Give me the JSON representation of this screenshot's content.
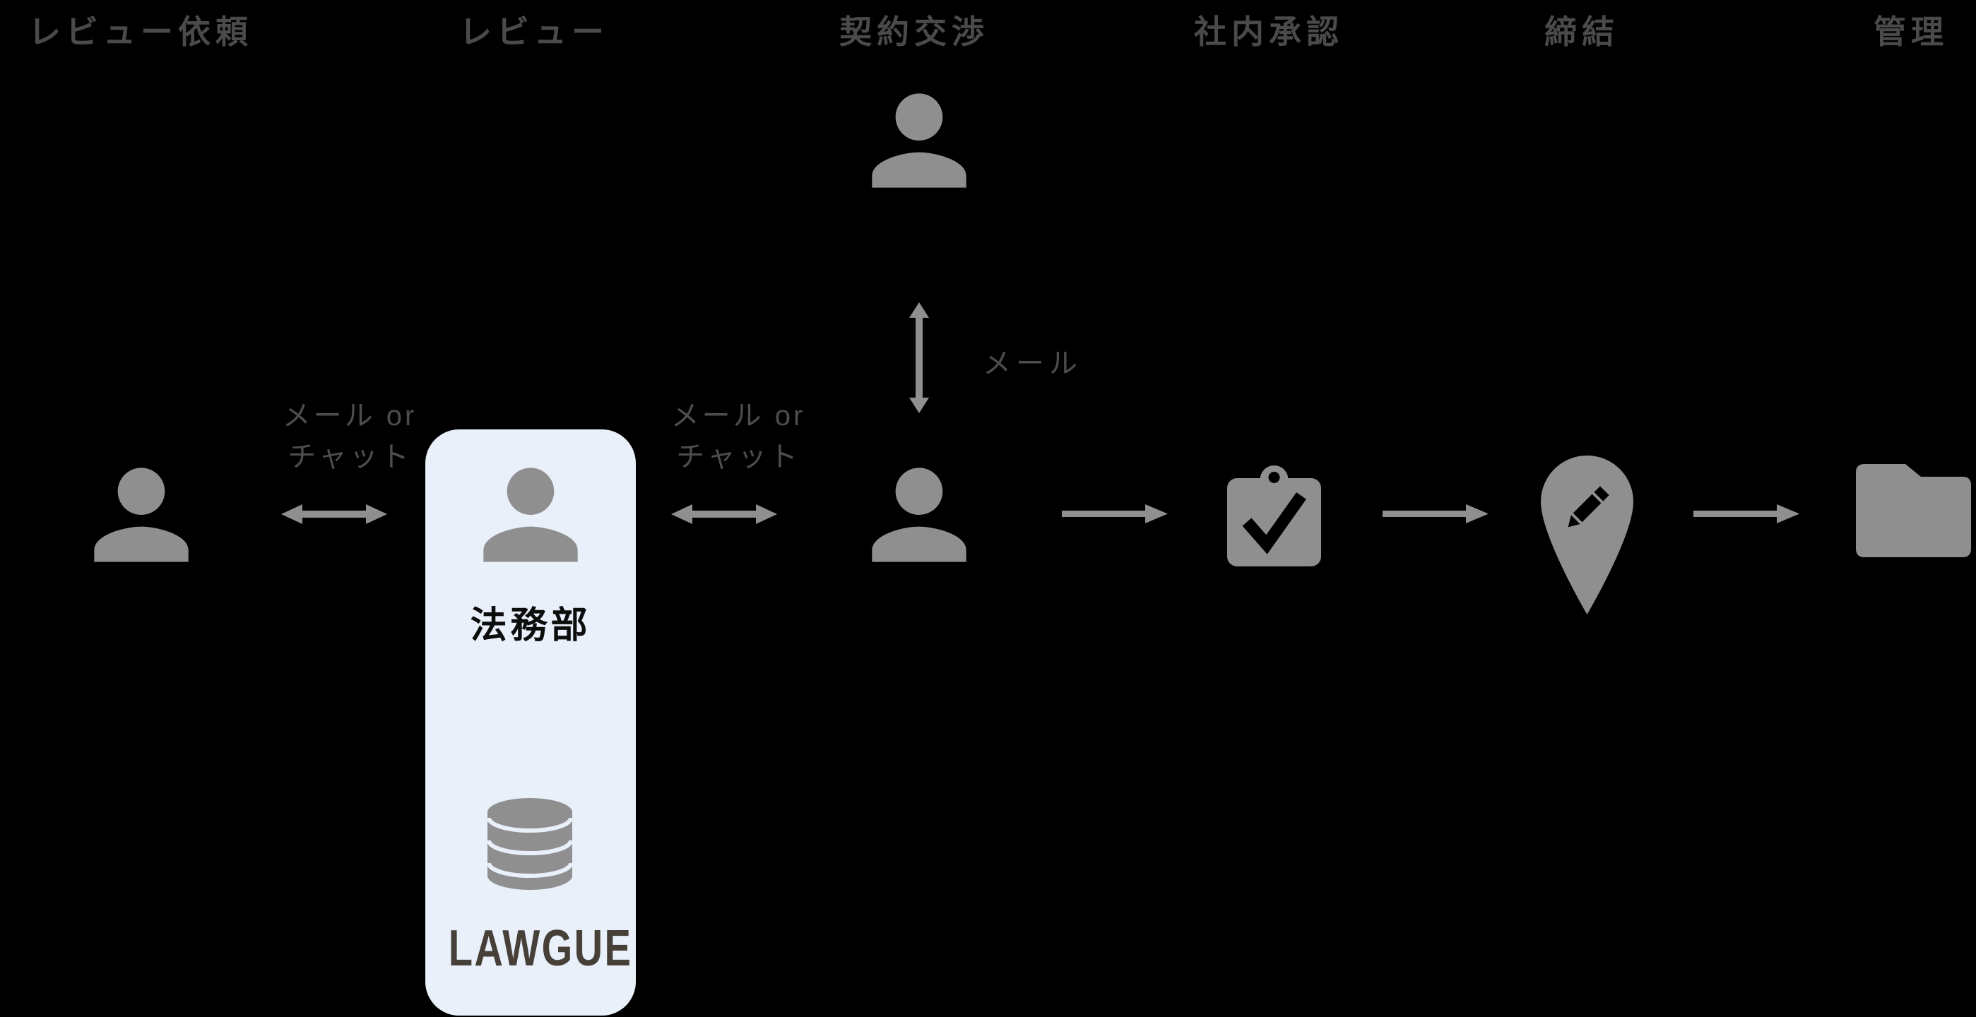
{
  "diagram_title": "contract-workflow-diagram",
  "colors": {
    "background": "#000000",
    "icon_gray": "#8f8f8f",
    "heading_gray": "#4a4a4a",
    "label_gray": "#4d4d4d",
    "box_fill": "#e9f0fa",
    "department_text": "#0d0d0d",
    "logo_text": "#474038",
    "check_and_pencil": "#000000"
  },
  "stages": [
    {
      "label": "レビュー依頼"
    },
    {
      "label": "レビュー"
    },
    {
      "label": "契約交渉"
    },
    {
      "label": "社内承認"
    },
    {
      "label": "締結"
    },
    {
      "label": "管理"
    }
  ],
  "connections": {
    "requester_legal": {
      "line1": "メール or",
      "line2": "チャット"
    },
    "legal_counterparty": {
      "line1": "メール or",
      "line2": "チャット"
    },
    "counterparty_vertical": {
      "label": "メール"
    }
  },
  "legal_box": {
    "department": "法務部",
    "product": "LAWGUE"
  },
  "icons": [
    {
      "name": "person-icon",
      "meaning": "requester"
    },
    {
      "name": "person-icon",
      "meaning": "legal-department-member"
    },
    {
      "name": "person-icon",
      "meaning": "counterparty-contact"
    },
    {
      "name": "person-icon",
      "meaning": "counterparty-remote"
    },
    {
      "name": "database-icon",
      "meaning": "document-repository"
    },
    {
      "name": "clipboard-check-icon",
      "meaning": "internal-approval"
    },
    {
      "name": "map-pin-edit-icon",
      "meaning": "signing"
    },
    {
      "name": "folder-icon",
      "meaning": "management-archive"
    }
  ]
}
